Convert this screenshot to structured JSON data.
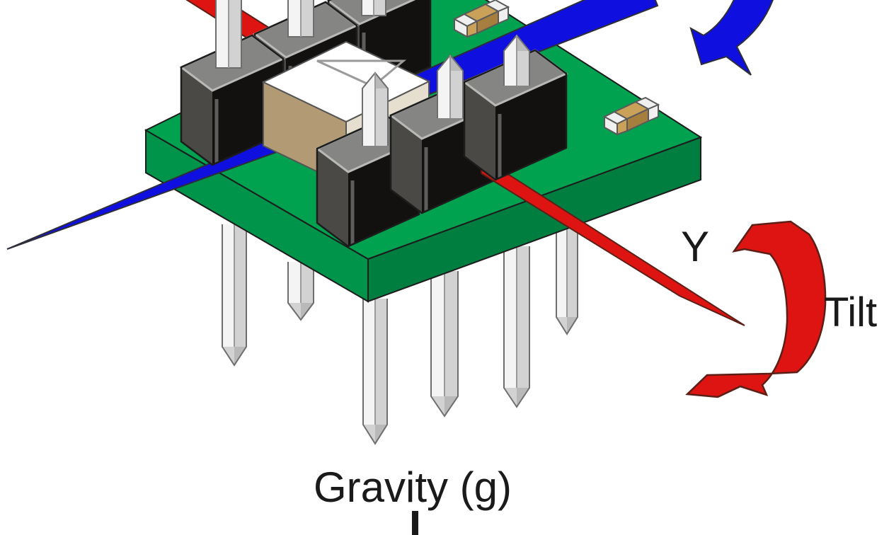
{
  "diagram": {
    "type": "isometric-accelerometer-breakout-axes-diagram",
    "labels": {
      "y_axis": "Y",
      "tilt": "Tilt",
      "gravity": "Gravity (g)"
    },
    "components": {
      "board": "green PCB breakout board",
      "headers": "six black header sockets with silver through-pins",
      "chip": "accelerometer chip with triangle orientation mark",
      "smd_caps": "two tan SMD capacitors",
      "x_axis": "blue axis line through board",
      "x_rotation_arrow": "blue curved rotation arrow",
      "y_axis": "red Y axis arrow",
      "tilt_arrow": "red curved tilt arrow",
      "gravity_arrow": "gravity direction line"
    },
    "colors": {
      "background": "#ffffff",
      "pcb_top": "#00a24f",
      "pcb_side_left": "#00934a",
      "pcb_side_right": "#007e40",
      "outline_dark": "#1c1c1c",
      "header_top": "#858583",
      "header_rim": "#b9b9b7",
      "header_side_left": "#4a4946",
      "header_side_right": "#121110",
      "pin_light": "#f4f4f4",
      "pin_shade": "#d2d2d2",
      "pin_tip_shade": "#b9b9b9",
      "pin_outline": "#6e6e6e",
      "pin_midline": "#9a9a9a",
      "chip_top": "#ffffff",
      "chip_front": "#b29a75",
      "chip_side": "#e6dfcf",
      "chip_mark": "#9a9a9a",
      "chip_outline": "#555555",
      "smd_body": "#c9a159",
      "smd_body_dark": "#a67f3e",
      "smd_end": "#f0f0f0",
      "smd_outline": "#5a5a5a",
      "axis_blue": "#0f0fe0",
      "axis_red": "#de1412",
      "blue_outline": "#2e2e3a",
      "red_outline": "#5c1f17",
      "text": "#1a1a1a"
    }
  }
}
